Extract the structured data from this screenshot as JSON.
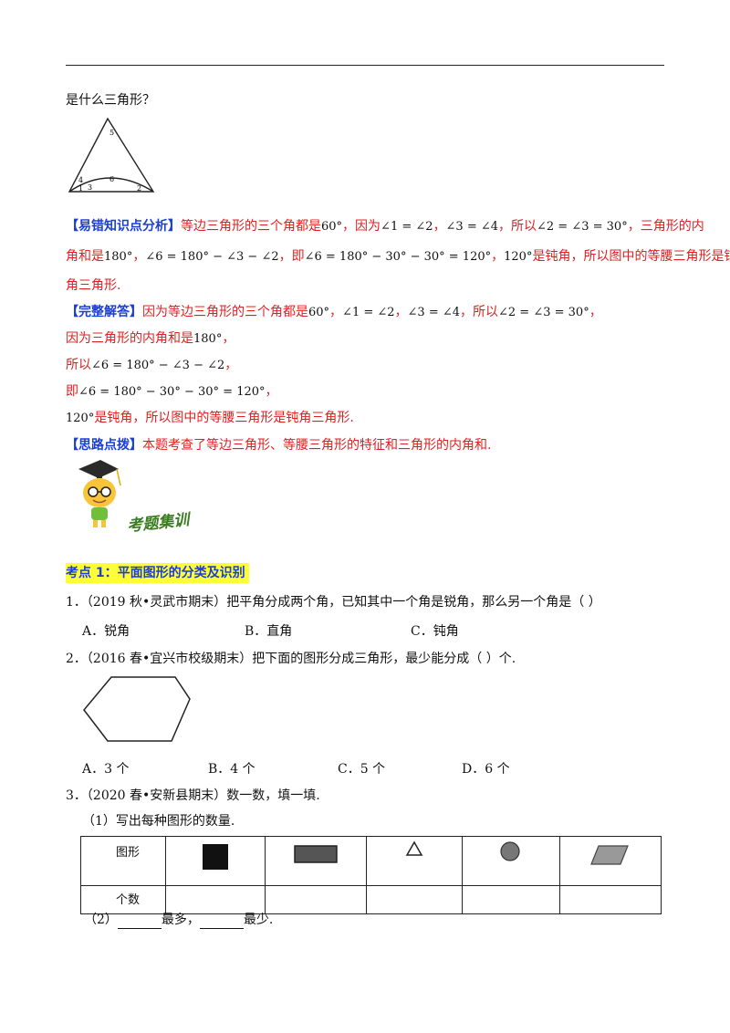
{
  "q_tail": "是什么三角形？",
  "triangle_labels": {
    "a5": "5",
    "a4": "4",
    "a1": "1",
    "a3": "3",
    "a6": "6",
    "a2": "2"
  },
  "analysis": {
    "tag": "【易错知识点分析】",
    "l1a": "等边三角形的三个角都是",
    "l1m1": "60°",
    "l1b": "，因为",
    "l1m2": "∠1 = ∠2",
    "l1c": "，",
    "l1m3": "∠3 = ∠4",
    "l1d": "，所以",
    "l1m4": "∠2 = ∠3 = 30°",
    "l1e": "，三角形的内",
    "l2a": "角和是",
    "l2m1": "180°",
    "l2b": "，",
    "l2m2": "∠6 = 180° − ∠3 − ∠2",
    "l2c": "，即",
    "l2m3": "∠6 = 180° − 30° − 30° = 120°",
    "l2d": "，",
    "l2m4": "120°",
    "l2e": "是钝角，所以图中的等腰三角形是钝",
    "l3": "角三角形."
  },
  "solution": {
    "tag": "【完整解答】",
    "l1a": "因为等边三角形的三个角都是",
    "l1m1": "60°",
    "l1b": "，",
    "l1m2": "∠1 = ∠2",
    "l1c": "，",
    "l1m3": "∠3 = ∠4",
    "l1d": "，所以",
    "l1m4": "∠2 = ∠3 = 30°",
    "l1e": "，",
    "l2a": "因为三角形的内角和是",
    "l2m": "180°",
    "l2b": "，",
    "l3a": "所以",
    "l3m": "∠6 = 180° − ∠3 − ∠2",
    "l3b": "，",
    "l4a": "即",
    "l4m": "∠6 = 180° − 30° − 30° = 120°",
    "l4b": "，",
    "l5m": "120°",
    "l5a": "是钝角，所以图中的等腰三角形是钝角三角形."
  },
  "hint": {
    "tag": "【思路点拨】",
    "text": "本题考查了等边三角形、等腰三角形的特征和三角形的内角和."
  },
  "banner_text": "考题集训",
  "section_title": "考点 1：平面图形的分类及识别",
  "q1": {
    "stem": "1．（2019 秋•灵武市期末）把平角分成两个角，已知其中一个角是锐角，那么另一个角是（      ）",
    "a": "A．锐角",
    "b": "B．直角",
    "c": "C．钝角"
  },
  "q2": {
    "stem": "2．（2016 春•宜兴市校级期末）把下面的图形分成三角形，最少能分成（      ）个.",
    "a": "A．3 个",
    "b": "B．4 个",
    "c": "C．5 个",
    "d": "D．6 个"
  },
  "q3": {
    "stem": "3．（2020 春•安新县期末）数一数，填一填.",
    "sub1": "（1）写出每种图形的数量.",
    "row1_label": "图形",
    "row2_label": "个数",
    "sub2_a": "（2）",
    "sub2_b": "最多，",
    "sub2_c": "最少."
  },
  "colors": {
    "red": "#e02020",
    "blue": "#1a3fd6",
    "highlight": "#ffff33"
  }
}
